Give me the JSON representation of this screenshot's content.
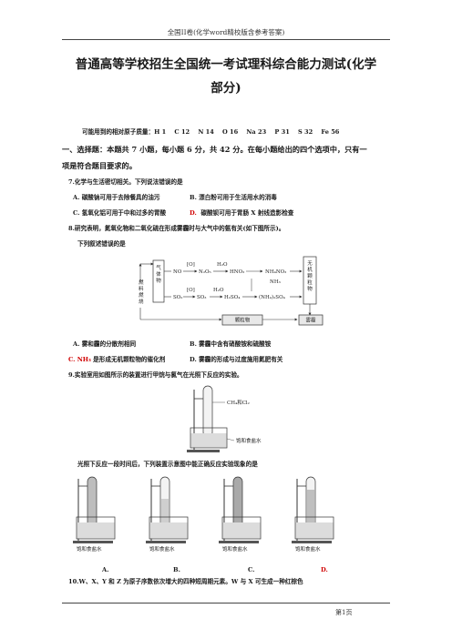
{
  "header": "全国II卷(化学word精校版含参考答案)",
  "title_line1": "普通高等学校招生全国统一考试理科综合能力测试(化学",
  "title_line2": "部分)",
  "atomic_masses": {
    "label": "可能用到的相对原子质量：",
    "values": "H 1    C 12    N 14    O 16    Na 23    P 31    S 32    Fe 56"
  },
  "section1_line1": "一、选择题：本题共 7 小题，每小题 6 分，共 42 分。在每小题给出的四个选项中，只有一",
  "section1_line2": "项是符合题目要求的。",
  "q7": {
    "stem": "7.化学与生活密切相关。下列说法错误的是",
    "a": "A.  碳酸钠可用于去除餐具的油污",
    "b": "B.  漂白粉可用于生活用水的消毒",
    "c": "C.  氢氧化铝可用于中和过多的胃酸",
    "d_letter": "D.",
    "d_text": "碳酸钡可用于胃肠 X 射线造影检查"
  },
  "q8": {
    "stem": "8.研究表明，氮氧化物和二氧化硫在形成雾霾时与大气中的氨有关(如下图所示)。",
    "stem2": "下列叙述错误的是",
    "a": "A.  雾和霾的分散剂相同",
    "b": "B.  雾霾中含有硝酸铵和硫酸铵",
    "c_letter": "C. NH₃",
    "c_text": "是形成无机颗粒物的催化剂",
    "d": "D.  雾霾的形成与过度施用氮肥有关"
  },
  "diagram": {
    "gas": "气体物",
    "fuel": "燃料燃烧",
    "inorganic": "无机颗粒物",
    "particles": "颗粒物",
    "smog": "雾霾",
    "no": "NO",
    "n2o5": "N₂O₅",
    "hno3": "HNO₃",
    "nh4no3": "NH₄NO₃",
    "so2": "SO₂",
    "so3": "SO₃",
    "h2so4": "H₂SO₄",
    "nh42so4": "(NH₄)₂SO₄",
    "o_label": "[O]",
    "h2o_label": "H₂O",
    "nh3_label": "NH₃"
  },
  "q9": {
    "stem": "9.实验室用如图所示的装置进行甲烷与氯气在光照下反应的实验。",
    "tube_label": "CH₄和Cl₂",
    "water_label": "饱和食盐水",
    "question": "光照下反应一段时间后，下列装置示意图中能正确反应实验现象的是",
    "options": [
      "A.",
      "B.",
      "C.",
      "D."
    ],
    "water_labels": [
      "饱和食盐水",
      "饱和食盐水",
      "饱和食盐水",
      "饱和食盐水"
    ]
  },
  "q10": {
    "stem": "10.W、X、Y 和 Z 为原子序数依次增大的四种短周期元素。W 与 X 可生成一种红棕色"
  },
  "footer": "第1页"
}
